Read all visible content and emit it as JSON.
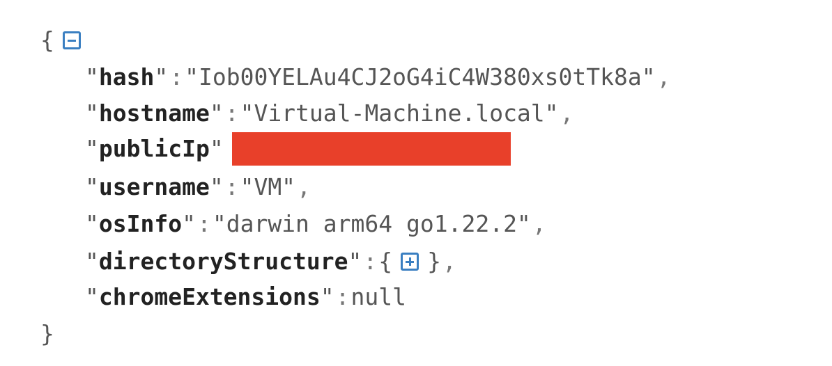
{
  "json_view": {
    "open_brace": "{",
    "close_brace": "}",
    "colon": ":",
    "comma": ",",
    "quote": "\"",
    "root_toggle": "collapse",
    "entries": [
      {
        "key": "hash",
        "value": "\"Iob00YELAu4CJ2oG4iC4W380xs0tTk8a\""
      },
      {
        "key": "hostname",
        "value": "\"Virtual-Machine.local\""
      },
      {
        "key": "publicIp",
        "value": ""
      },
      {
        "key": "username",
        "value": "\"VM\""
      },
      {
        "key": "osInfo",
        "value": "\"darwin arm64 go1.22.2\""
      },
      {
        "key": "directoryStructure",
        "value_open": "{",
        "value_close": "}",
        "toggle": "expand"
      },
      {
        "key": "chromeExtensions",
        "value": "null"
      }
    ]
  },
  "colors": {
    "toggle": "#3a7fc1",
    "redaction": "#e8402a",
    "key_text": "#222222",
    "value_text": "#555555"
  },
  "icons": {
    "collapse": "minus-square-icon",
    "expand": "plus-square-icon"
  }
}
